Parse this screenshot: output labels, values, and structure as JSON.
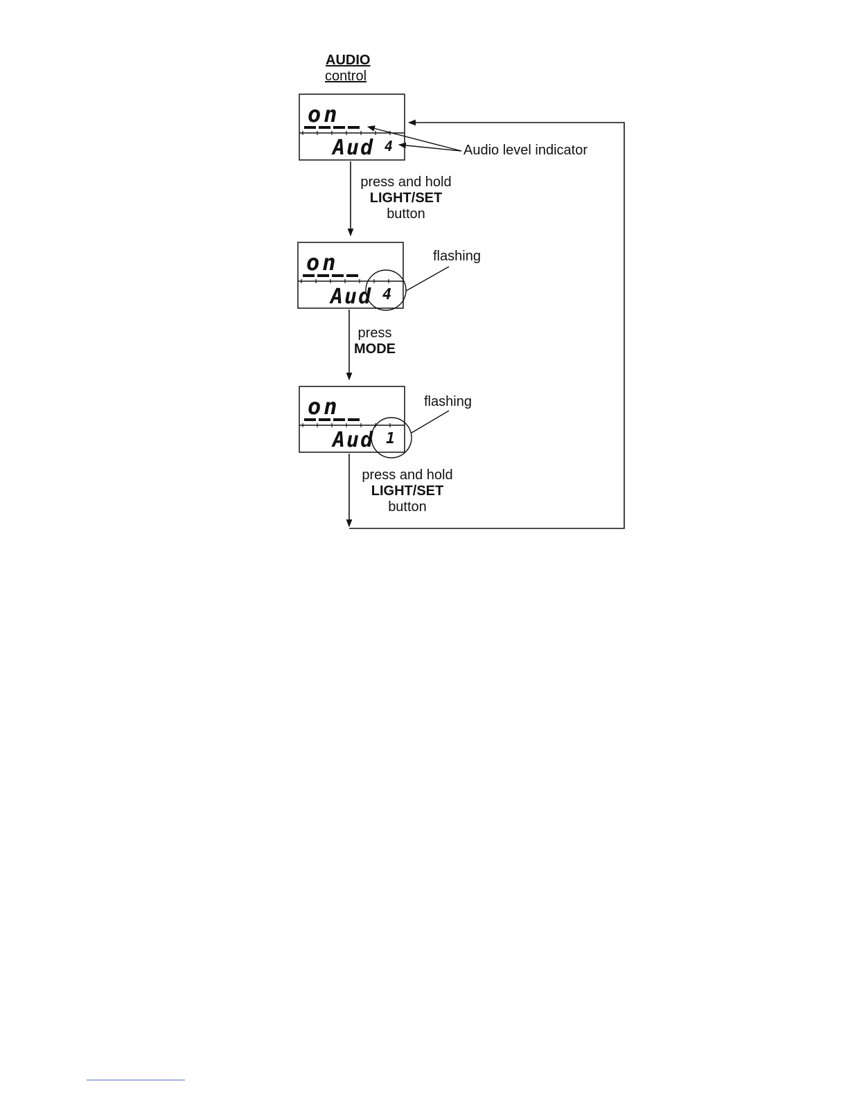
{
  "title": {
    "line1": "AUDIO",
    "line2": "control"
  },
  "displays": [
    {
      "top_text": "on",
      "bottom_text": "Aud",
      "level": "4"
    },
    {
      "top_text": "on",
      "bottom_text": "Aud",
      "level": "4"
    },
    {
      "top_text": "on",
      "bottom_text": "Aud",
      "level": "1"
    }
  ],
  "callouts": {
    "audio_level_indicator": "Audio level indicator",
    "flashing_1": "flashing",
    "flashing_2": "flashing"
  },
  "steps": [
    {
      "line1": "press and hold",
      "line2": "LIGHT/SET",
      "line3": "button"
    },
    {
      "line1": "press",
      "line2": "MODE"
    },
    {
      "line1": "press and hold",
      "line2": "LIGHT/SET",
      "line3": "button"
    }
  ],
  "colors": {
    "ink": "#111111",
    "footnote_rule": "#5b6bc8"
  }
}
